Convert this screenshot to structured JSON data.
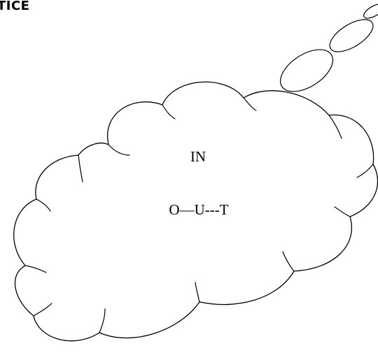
{
  "header": {
    "title": "TICE"
  },
  "thought_bubble": {
    "lines": [
      "IN",
      "O—U---T"
    ],
    "stroke_color": "#000000",
    "fill_color": "#ffffff"
  }
}
